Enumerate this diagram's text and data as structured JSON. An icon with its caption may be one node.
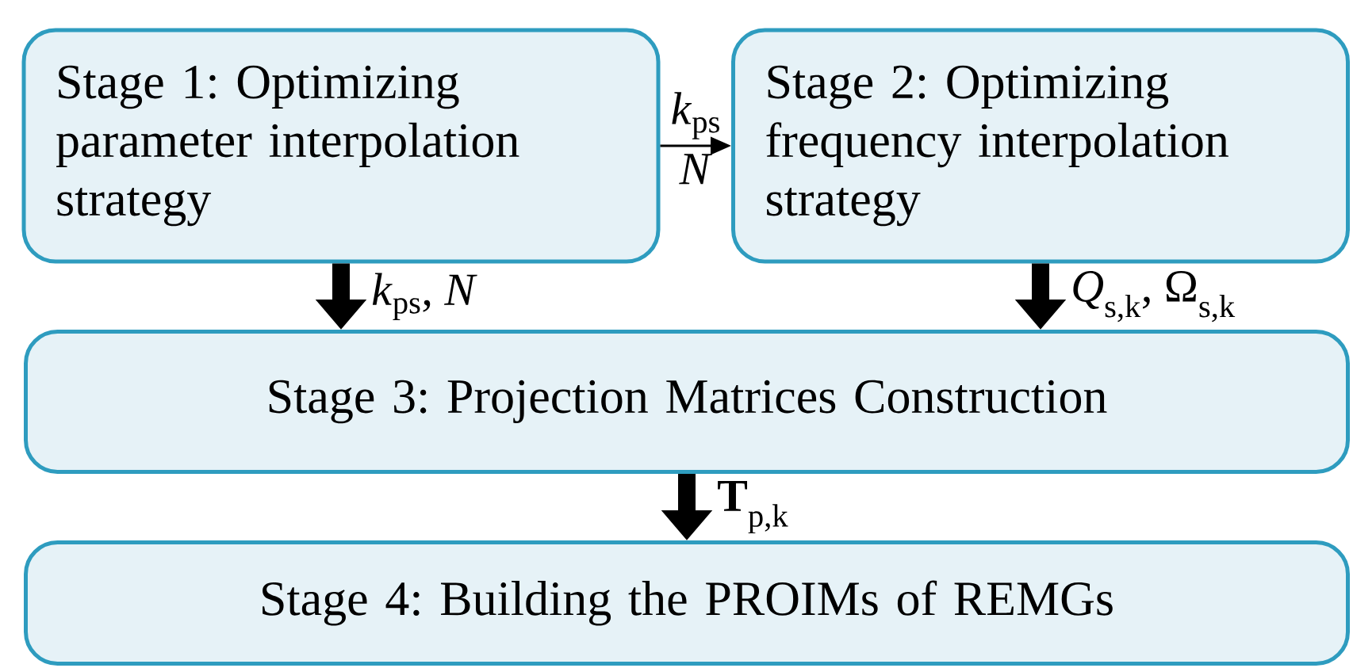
{
  "diagram": {
    "nodes": [
      {
        "text": [
          "Stage 1: Optimizing parameter interpolation strategy"
        ]
      },
      {
        "text": [
          "Stage 2: Optimizing frequency interpolation strategy"
        ]
      },
      {
        "text": [
          "Stage 3: Projection Matrices Construction"
        ]
      },
      {
        "text": [
          "Stage 4: Building the PROIMs of REMGs"
        ]
      }
    ],
    "edges": [
      {
        "from": 0,
        "to": 1,
        "arrow": "to",
        "label": "*k*$_{ps}$"
      },
      {
        "from": 0,
        "to": 2,
        "arrow": "to",
        "label": "*k*$_{ps}$, *N*"
      },
      {
        "from": 1,
        "to": 2,
        "arrow": "to",
        "label": "*Q*$_{s,k}$, Ω$_{s,k}$"
      },
      {
        "from": 2,
        "to": 3,
        "arrow": "to",
        "label": "**T**$_{p,k}$"
      }
    ],
    "labels": [
      "*N*"
    ]
  }
}
